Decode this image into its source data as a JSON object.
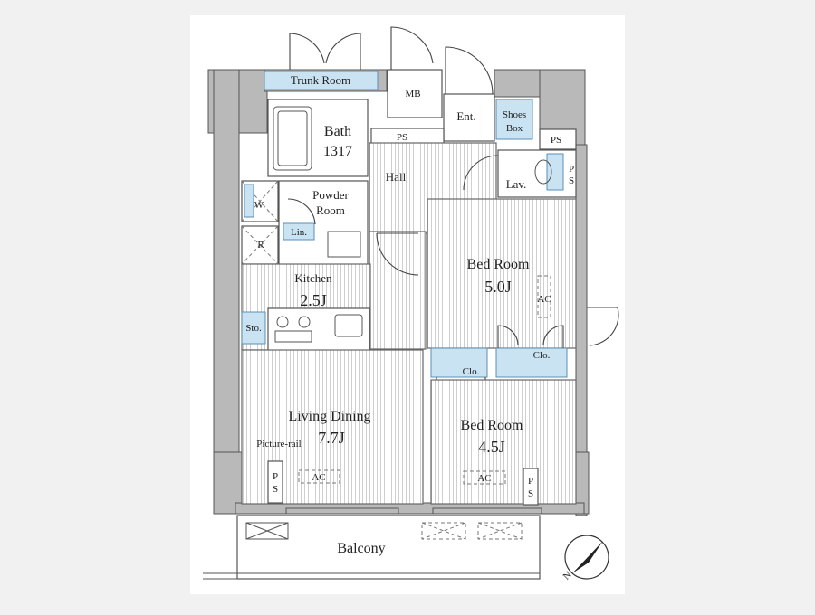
{
  "labels": {
    "trunk_room": "Trunk Room",
    "mb": "MB",
    "ent": "Ent.",
    "shoes_box_line1": "Shoes",
    "shoes_box_line2": "Box",
    "bath": "Bath",
    "bath_size": "1317",
    "ps_top": "PS",
    "ps_right_top": "PS",
    "ps_right_vertical_p": "P",
    "ps_right_vertical_s": "S",
    "hall": "Hall",
    "lav": "Lav.",
    "w": "W",
    "powder_line1": "Powder",
    "powder_line2": "Room",
    "lin": "Lin.",
    "r": "R",
    "kitchen": "Kitchen",
    "kitchen_area": "2.5J",
    "sto": "Sto.",
    "bedroom1": "Bed Room",
    "bedroom1_area": "5.0J",
    "ac_bedroom1": "AC",
    "clo_1": "Clo.",
    "clo_2": "Clo.",
    "living": "Living Dining",
    "living_area": "7.7J",
    "picture_rail": "Picture-rail",
    "ac_living": "AC",
    "ps_left_p": "P",
    "ps_left_s": "S",
    "bedroom2": "Bed Room",
    "bedroom2_area": "4.5J",
    "ac_bedroom2": "AC",
    "ps_br2_p": "P",
    "ps_br2_s": "S",
    "balcony": "Balcony",
    "north": "N"
  }
}
